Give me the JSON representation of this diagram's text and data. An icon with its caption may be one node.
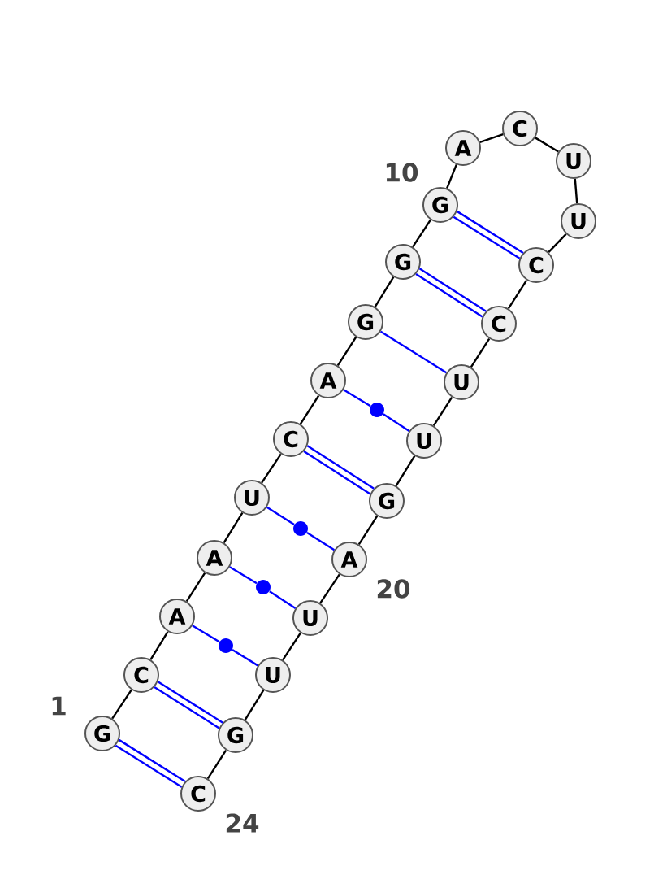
{
  "diagram": {
    "nodes": [
      {
        "text": [
          "G"
        ],
        "beside": [
          "1"
        ]
      },
      {
        "text": [
          "C"
        ]
      },
      {
        "text": [
          "A"
        ]
      },
      {
        "text": [
          "A"
        ]
      },
      {
        "text": [
          "U"
        ]
      },
      {
        "text": [
          "C"
        ]
      },
      {
        "text": [
          "A"
        ]
      },
      {
        "text": [
          "G"
        ]
      },
      {
        "text": [
          "G"
        ]
      },
      {
        "text": [
          "G"
        ],
        "beside": [
          "10"
        ]
      },
      {
        "text": [
          "A"
        ]
      },
      {
        "text": [
          "C"
        ]
      },
      {
        "text": [
          "U"
        ]
      },
      {
        "text": [
          "U"
        ]
      },
      {
        "text": [
          "C"
        ]
      },
      {
        "text": [
          "C"
        ]
      },
      {
        "text": [
          "U"
        ]
      },
      {
        "text": [
          "U"
        ]
      },
      {
        "text": [
          "G"
        ]
      },
      {
        "text": [
          "A"
        ],
        "beside": [
          "20"
        ]
      },
      {
        "text": [
          "U"
        ]
      },
      {
        "text": [
          "U"
        ]
      },
      {
        "text": [
          "G"
        ]
      },
      {
        "text": [
          "C"
        ],
        "beside": [
          "24"
        ]
      },
      {
        "text": [],
        "shape": "circle"
      },
      {
        "text": [],
        "shape": "circle"
      },
      {
        "text": [],
        "shape": "circle"
      },
      {
        "text": [],
        "shape": "circle"
      }
    ],
    "edges": [
      {
        "from": 0,
        "to": 1,
        "arrow": "none"
      },
      {
        "from": 1,
        "to": 2,
        "arrow": "none"
      },
      {
        "from": 2,
        "to": 3,
        "arrow": "none"
      },
      {
        "from": 3,
        "to": 4,
        "arrow": "none"
      },
      {
        "from": 4,
        "to": 5,
        "arrow": "none"
      },
      {
        "from": 5,
        "to": 6,
        "arrow": "none"
      },
      {
        "from": 6,
        "to": 7,
        "arrow": "none"
      },
      {
        "from": 7,
        "to": 8,
        "arrow": "none"
      },
      {
        "from": 8,
        "to": 9,
        "arrow": "none"
      },
      {
        "from": 9,
        "to": 10,
        "arrow": "none"
      },
      {
        "from": 10,
        "to": 11,
        "arrow": "none"
      },
      {
        "from": 11,
        "to": 12,
        "arrow": "none"
      },
      {
        "from": 12,
        "to": 13,
        "arrow": "none"
      },
      {
        "from": 13,
        "to": 14,
        "arrow": "none"
      },
      {
        "from": 14,
        "to": 15,
        "arrow": "none"
      },
      {
        "from": 15,
        "to": 16,
        "arrow": "none"
      },
      {
        "from": 16,
        "to": 17,
        "arrow": "none"
      },
      {
        "from": 17,
        "to": 18,
        "arrow": "none"
      },
      {
        "from": 18,
        "to": 19,
        "arrow": "none"
      },
      {
        "from": 19,
        "to": 20,
        "arrow": "none"
      },
      {
        "from": 20,
        "to": 21,
        "arrow": "none"
      },
      {
        "from": 21,
        "to": 22,
        "arrow": "none"
      },
      {
        "from": 22,
        "to": 23,
        "arrow": "none"
      },
      {
        "from": 0,
        "to": 23,
        "arrow": "none",
        "color": "#0000ff"
      },
      {
        "from": 0,
        "to": 23,
        "arrow": "none",
        "color": "#0000ff"
      },
      {
        "from": 1,
        "to": 22,
        "arrow": "none",
        "color": "#0000ff"
      },
      {
        "from": 1,
        "to": 22,
        "arrow": "none",
        "color": "#0000ff"
      },
      {
        "from": 2,
        "to": 27,
        "arrow": "none",
        "color": "#0000ff"
      },
      {
        "from": 27,
        "to": 21,
        "arrow": "none",
        "color": "#0000ff"
      },
      {
        "from": 3,
        "to": 26,
        "arrow": "none",
        "color": "#0000ff"
      },
      {
        "from": 26,
        "to": 20,
        "arrow": "none",
        "color": "#0000ff"
      },
      {
        "from": 4,
        "to": 25,
        "arrow": "none",
        "color": "#0000ff"
      },
      {
        "from": 25,
        "to": 19,
        "arrow": "none",
        "color": "#0000ff"
      },
      {
        "from": 5,
        "to": 18,
        "arrow": "none",
        "color": "#0000ff"
      },
      {
        "from": 5,
        "to": 18,
        "arrow": "none",
        "color": "#0000ff"
      },
      {
        "from": 6,
        "to": 24,
        "arrow": "none",
        "color": "#0000ff"
      },
      {
        "from": 24,
        "to": 17,
        "arrow": "none",
        "color": "#0000ff"
      },
      {
        "from": 7,
        "to": 16,
        "arrow": "none",
        "color": "#0000ff"
      },
      {
        "from": 8,
        "to": 15,
        "arrow": "none",
        "color": "#0000ff"
      },
      {
        "from": 8,
        "to": 15,
        "arrow": "none",
        "color": "#0000ff"
      },
      {
        "from": 9,
        "to": 14,
        "arrow": "none",
        "color": "#0000ff"
      },
      {
        "from": 9,
        "to": 14,
        "arrow": "none",
        "color": "#0000ff"
      }
    ]
  }
}
